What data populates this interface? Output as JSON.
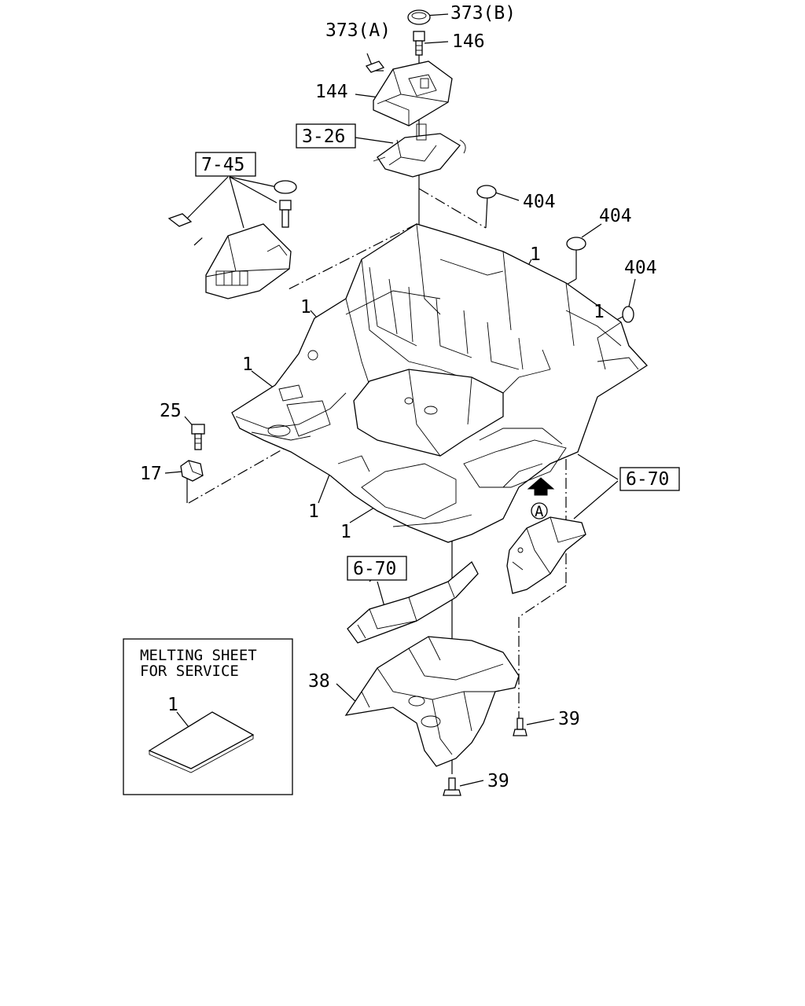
{
  "callouts": {
    "c373b": "373(B)",
    "c373a": "373(A)",
    "c146": "146",
    "c144": "144",
    "c404a": "404",
    "c404b": "404",
    "c404c": "404",
    "c1a": "1",
    "c1b": "1",
    "c1c": "1",
    "c1d": "1",
    "c1e": "1",
    "c1f": "1",
    "c25": "25",
    "c17": "17",
    "c38": "38",
    "c39a": "39",
    "c39b": "39",
    "view_a": "A"
  },
  "refs": {
    "r326": "3-26",
    "r745": "7-45",
    "r670a": "6-70",
    "r670b": "6-70"
  },
  "inset": {
    "line1": "MELTING SHEET",
    "line2": "FOR SERVICE",
    "part": "1"
  }
}
